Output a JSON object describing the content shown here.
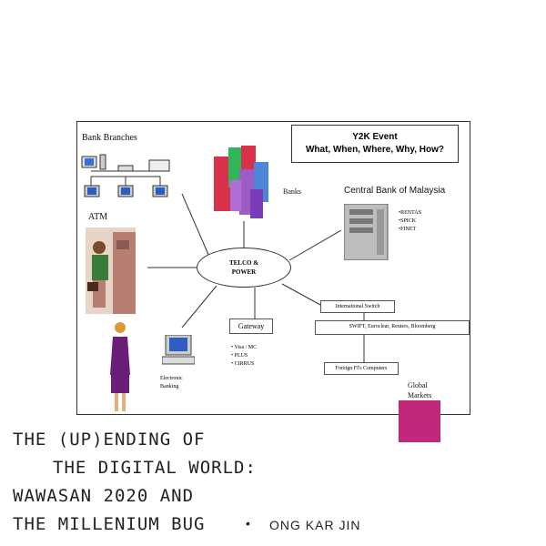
{
  "header": {
    "line1": "Y2K Event",
    "line2": "What, When, Where, Why, How?"
  },
  "nodes": {
    "bank_branches": "Bank Branches",
    "atm": "ATM",
    "banks": "Banks",
    "central_bank": "Central Bank of Malaysia",
    "central_bank_items": [
      "•RENTAS",
      "•SPICK",
      "•FINET"
    ],
    "hub_line1": "TELCO &",
    "hub_line2": "POWER",
    "gateway": "Gateway",
    "gateway_items": [
      "• Visa / MC",
      "• PLUS",
      "• CIRRUS"
    ],
    "electronic_banking_1": "Electronic",
    "electronic_banking_2": "Banking",
    "international_switch": "International Switch",
    "swift": "SWIFT, Euroclear, Reuters, Bloomberg",
    "foreign_fi": "Foreign FI's Computers",
    "global_markets_1": "Global",
    "global_markets_2": "Markets"
  },
  "title_lines": [
    "THE (UP)ENDING OF",
    "THE DIGITAL WORLD:",
    "WAWASAN 2020 AND",
    "THE MILLENIUM BUG"
  ],
  "bullet": "•",
  "author": "ONG KAR JIN",
  "colors": {
    "accent_square": "#c0287a",
    "person": "#6a1e7a",
    "building_red": "#d8324a",
    "building_green": "#2fb55a"
  }
}
